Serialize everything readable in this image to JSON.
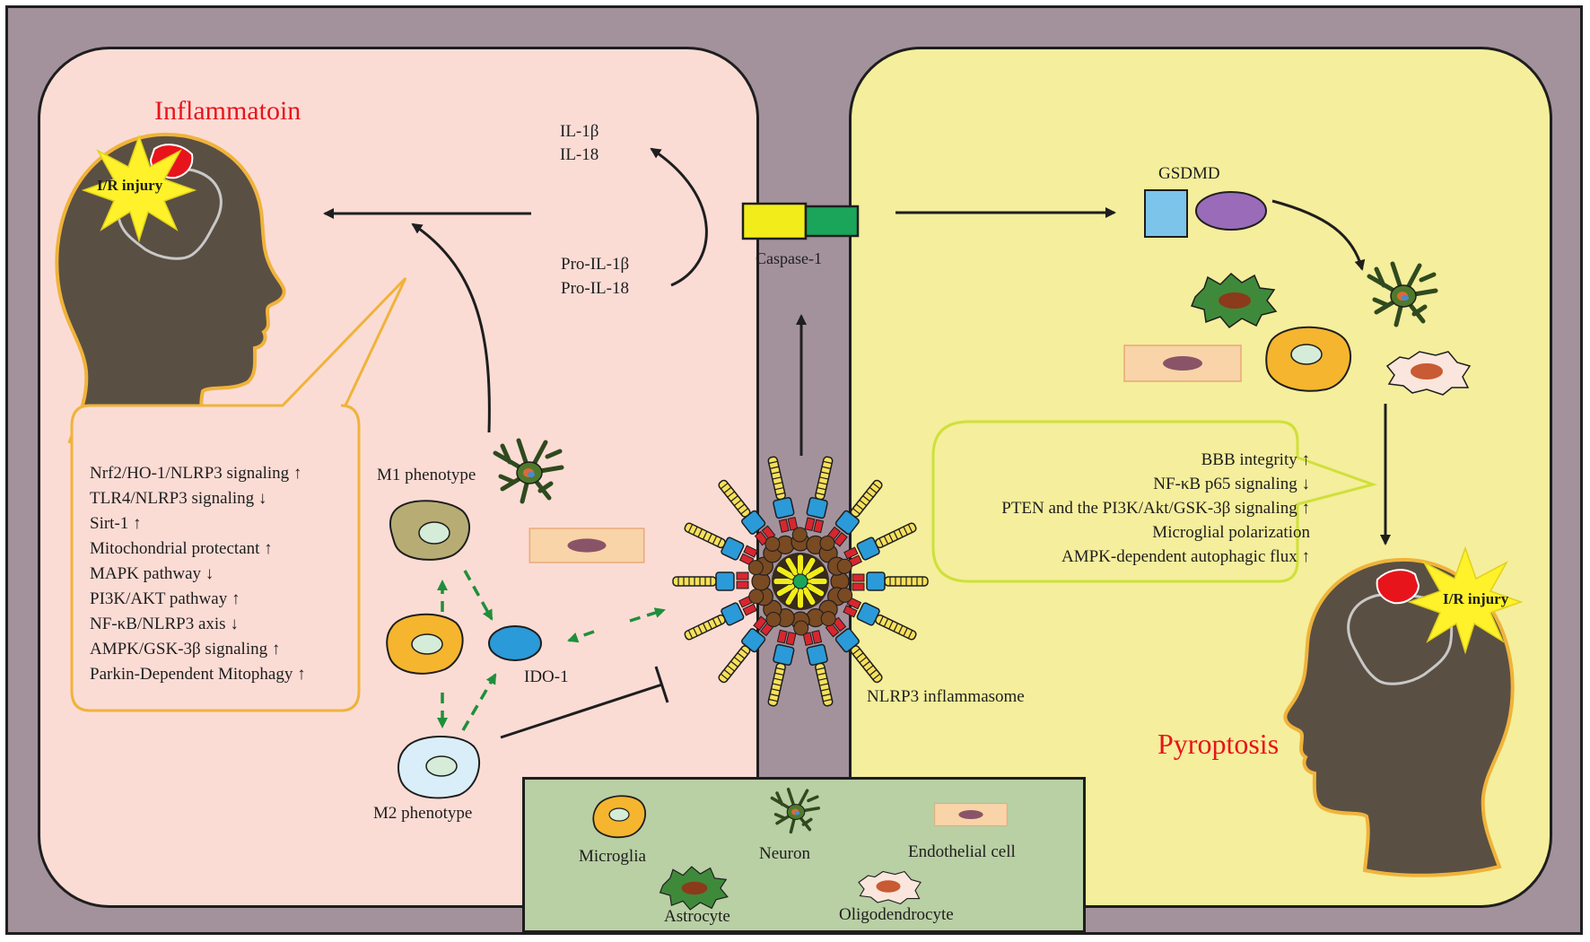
{
  "titles": {
    "inflammation": "Inflammatoin",
    "pyroptosis": "Pyroptosis"
  },
  "labels": {
    "ir_injury_left": "I/R injury",
    "ir_injury_right": "I/R injury",
    "il1b": "IL-1β",
    "il18": "IL-18",
    "pro_il1b": "Pro-IL-1β",
    "pro_il18": "Pro-IL-18",
    "caspase1": "Caspase-1",
    "gsdmd": "GSDMD",
    "m1_phenotype": "M1 phenotype",
    "m2_phenotype": "M2 phenotype",
    "ido1": "IDO-1",
    "nlrp3": "NLRP3 inflammasome"
  },
  "left_box_items": [
    {
      "text": "Nrf2/HO-1/NLRP3 signaling",
      "arrow": "↑"
    },
    {
      "text": "TLR4/NLRP3 signaling",
      "arrow": "↓"
    },
    {
      "text": "Sirt-1",
      "arrow": "↑"
    },
    {
      "text": "Mitochondrial protectant",
      "arrow": "↑"
    },
    {
      "text": "MAPK pathway",
      "arrow": "↓"
    },
    {
      "text": "PI3K/AKT pathway",
      "arrow": "↑"
    },
    {
      "text": "NF-κB/NLRP3 axis",
      "arrow": "↓"
    },
    {
      "text": "AMPK/GSK-3β signaling",
      "arrow": "↑"
    },
    {
      "text": "Parkin-Dependent Mitophagy",
      "arrow": "↑"
    }
  ],
  "right_box_items": [
    {
      "text": "BBB integrity",
      "arrow": "↑"
    },
    {
      "text": "NF-κB p65 signaling",
      "arrow": "↓"
    },
    {
      "text": "PTEN and the PI3K/Akt/GSK-3β signaling",
      "arrow": "↑"
    },
    {
      "text": "Microglial polarization",
      "arrow": ""
    },
    {
      "text": "AMPK-dependent autophagic flux",
      "arrow": "↑"
    }
  ],
  "legend": {
    "microglia": "Microglia",
    "neuron": "Neuron",
    "endothelial": "Endothelial cell",
    "astrocyte": "Astrocyte",
    "oligodendrocyte": "Oligodendrocyte"
  },
  "colors": {
    "frame": "#a3929c",
    "left_panel": "#fbdcd5",
    "right_panel": "#f5ee9c",
    "legend_bg": "#b9cfa4",
    "title_red": "#e8141b",
    "green_arrow": "#1f8f3a",
    "microglia": "#f5b52e",
    "astrocyte": "#3f8a3a",
    "m1_cell": "#b7ad74",
    "m2_cell": "#d9eef8",
    "ido1": "#2b9ad8",
    "caspase_yellow": "#f2ec1a",
    "caspase_green": "#1aa55a",
    "gsdmd_blue": "#7cc4ea",
    "gsdmd_purple": "#9a6bb8"
  }
}
